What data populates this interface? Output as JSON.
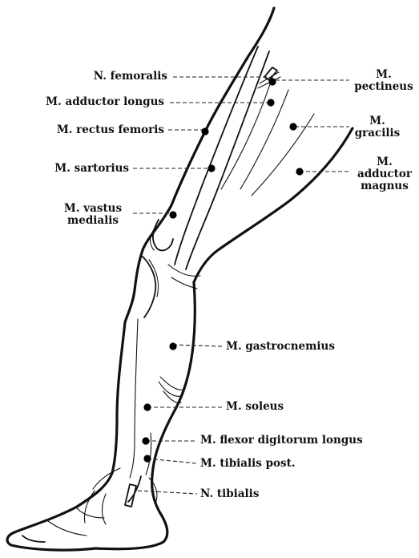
{
  "labels": {
    "n_femoralis": "N. femoralis",
    "m_adductor_longus": "M. adductor longus",
    "m_rectus_femoris": "M. rectus femoris",
    "m_sartorius": "M. sartorius",
    "m_vastus_medialis_1": "M. vastus",
    "m_vastus_medialis_2": "medialis",
    "m_pectineus_1": "M.",
    "m_pectineus_2": "pectineus",
    "m_gracilis_1": "M.",
    "m_gracilis_2": "gracilis",
    "m_adductor_magnus_1": "M.",
    "m_adductor_magnus_2": "adductor",
    "m_adductor_magnus_3": "magnus",
    "m_gastrocnemius": "M. gastrocnemius",
    "m_soleus": "M. soleus",
    "m_flexor_digitorum_longus": "M. flexor digitorum longus",
    "m_tibialis_post": "M. tibialis post.",
    "n_tibialis": "N. tibialis"
  }
}
